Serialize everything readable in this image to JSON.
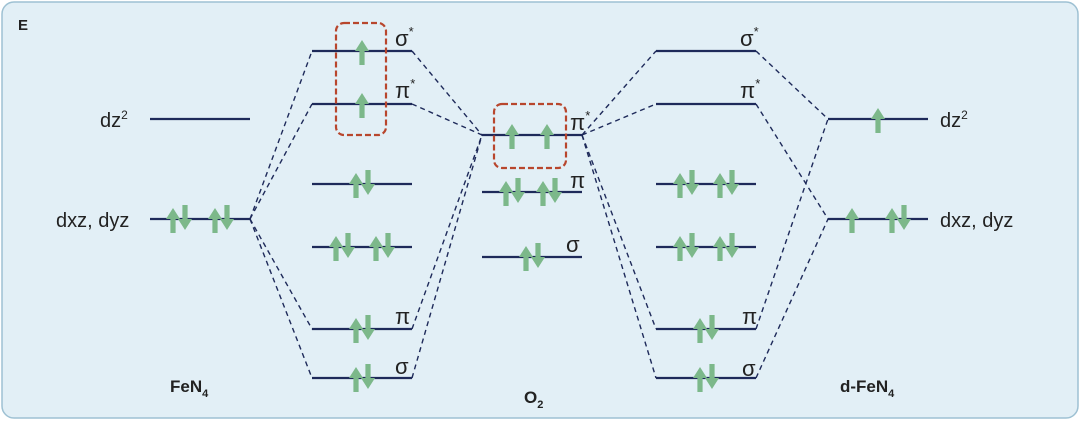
{
  "panel": {
    "letter": "E"
  },
  "colors": {
    "background": "#e2eff6",
    "border": "#9ec1d3",
    "level": "#1e2a5a",
    "connector": "#1e2a5a",
    "electron": "#7cb88a",
    "highlight": "#b8462d",
    "text": "#222222"
  },
  "columns": {
    "fen4": "FeN",
    "fen4_sub": "4",
    "o2": "O",
    "o2_sub": "2",
    "dfen4": "d-FeN",
    "dfen4_sub": "4"
  },
  "left_labels": {
    "dz2": "dz",
    "dz2_sup": "2",
    "dxz": "dxz, dyz"
  },
  "right_labels": {
    "dz2": "dz",
    "dz2_sup": "2",
    "dxz": "dxz, dyz"
  },
  "orbital_labels": {
    "sigma_star": "σ",
    "pi_star": "π",
    "pi": "π",
    "sigma": "σ",
    "star": "*"
  }
}
